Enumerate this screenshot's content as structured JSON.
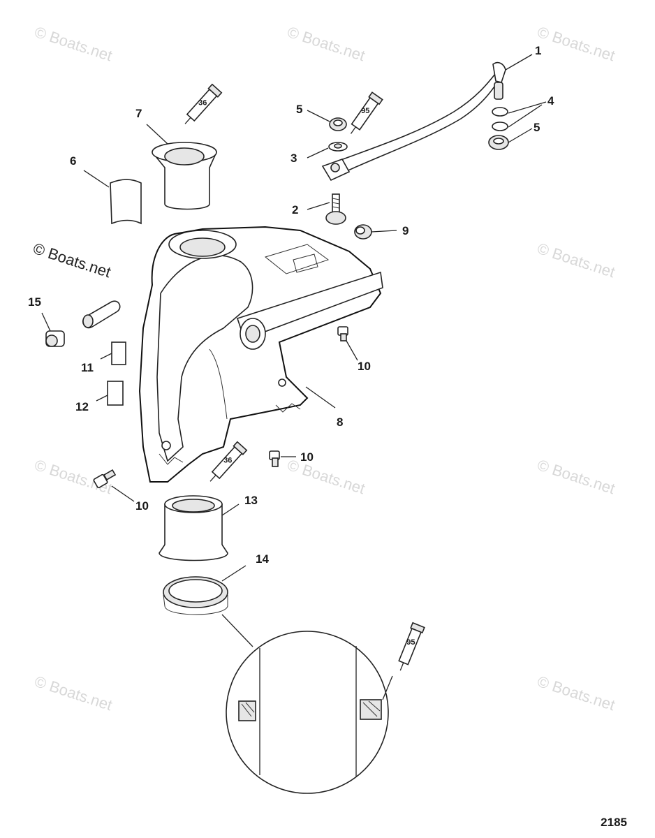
{
  "watermark": "© Boats.net",
  "figure_number": "2185",
  "callouts": {
    "c1": "1",
    "c2": "2",
    "c3": "3",
    "c4": "4",
    "c5a": "5",
    "c5b": "5",
    "c6": "6",
    "c7": "7",
    "c8": "8",
    "c9": "9",
    "c10a": "10",
    "c10b": "10",
    "c10c": "10",
    "c11": "11",
    "c12": "12",
    "c13": "13",
    "c14": "14",
    "c15": "15"
  },
  "tubes": {
    "t36_top": "36",
    "t95_top": "95",
    "t36_bottom": "36",
    "t95_detail": "95"
  }
}
